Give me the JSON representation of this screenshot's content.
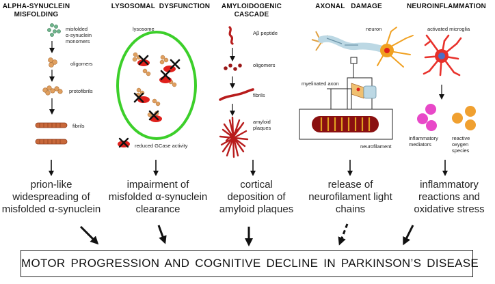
{
  "columns": [
    {
      "title": "ALPHA-SYNUCLEIN\nMISFOLDING",
      "labels": [
        "misfolded\nα-synuclein\nmonomers",
        "oligomers",
        "protofibrils",
        "fibrils"
      ],
      "outcome": "prion-like\nwidespreading of\nmisfolded α-synuclein"
    },
    {
      "title": "LYSOSOMAL  DYSFUNCTION",
      "labels": [
        "lysosome",
        "reduced GCase activity"
      ],
      "outcome": "impairment of\nmisfolded α-synuclein\nclearance"
    },
    {
      "title": "AMYLOIDOGENIC\nCASCADE",
      "labels": [
        "Aβ peptide",
        "oligomers",
        "fibrils",
        "amyloid\nplaques"
      ],
      "outcome": "cortical\ndeposition of\namyloid plaques"
    },
    {
      "title": "AXONAL   DAMAGE",
      "labels": [
        "neuron",
        "myelinated axon",
        "neurofilament"
      ],
      "outcome": "release of\nneurofilament light\nchains"
    },
    {
      "title": "NEUROINFLAMMATION",
      "labels": [
        "activated microglia",
        "inflammatory\nmediators",
        "reactive\noxygen\nspecies"
      ],
      "outcome": "inflammatory\nreactions and\noxidative stress"
    }
  ],
  "conclusion": "MOTOR PROGRESSION AND  COGNITIVE DECLINE  IN  PARKINSON’S DISEASE",
  "colors": {
    "lysosome_ring": "#3ccf2a",
    "synuclein": "#e0a060",
    "gcase": "#e0201c",
    "amyloid": "#b81c1c",
    "microglia": "#e8302a",
    "mediators": "#e848c8",
    "ros": "#f0a030",
    "myelin": "#8a1010",
    "neuron": "#f0a020",
    "axon": "#bcd8e4"
  },
  "icons": {
    "inhibition": "x-mark-icon",
    "flow": "arrow-icon",
    "uncertain_flow": "dashed-arrow-icon"
  }
}
